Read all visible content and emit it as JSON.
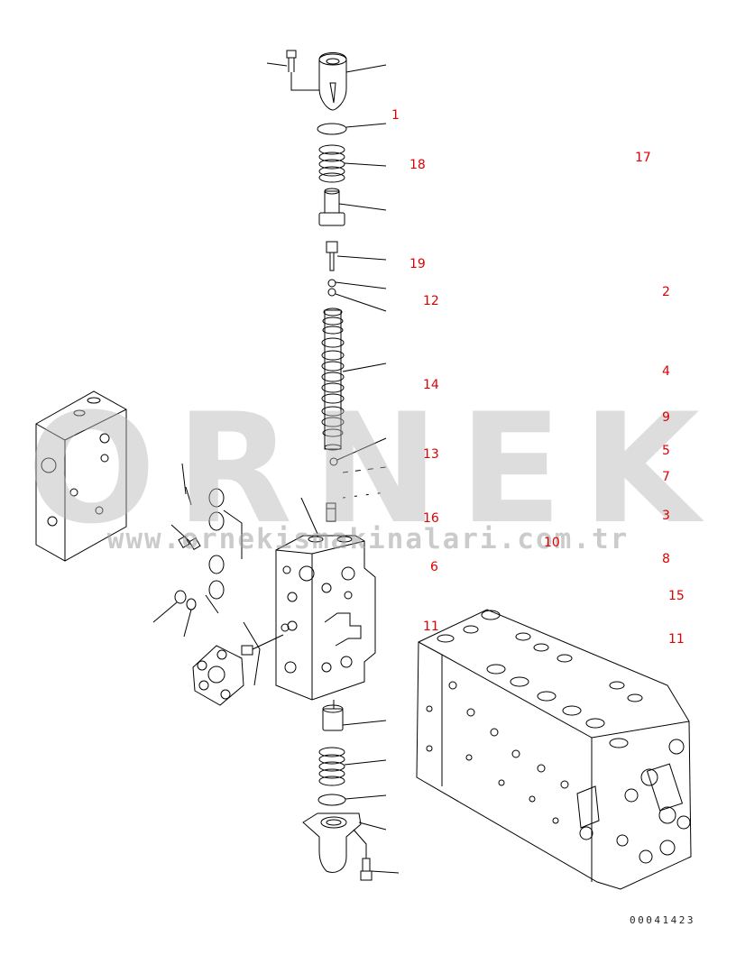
{
  "watermark": {
    "logo_text": "ORNEK",
    "url_text": "www.ornekismakinalari.com.tr"
  },
  "drawing_number": "00041423",
  "callouts": [
    {
      "id": "c1",
      "label": "1"
    },
    {
      "id": "c18",
      "label": "18"
    },
    {
      "id": "c17",
      "label": "17"
    },
    {
      "id": "c19",
      "label": "19"
    },
    {
      "id": "c12",
      "label": "12"
    },
    {
      "id": "c2",
      "label": "2"
    },
    {
      "id": "c14",
      "label": "14"
    },
    {
      "id": "c4",
      "label": "4"
    },
    {
      "id": "c9",
      "label": "9"
    },
    {
      "id": "c13",
      "label": "13"
    },
    {
      "id": "c5",
      "label": "5"
    },
    {
      "id": "c7",
      "label": "7"
    },
    {
      "id": "c16",
      "label": "16"
    },
    {
      "id": "c3",
      "label": "3"
    },
    {
      "id": "c10",
      "label": "10"
    },
    {
      "id": "c6",
      "label": "6"
    },
    {
      "id": "c8",
      "label": "8"
    },
    {
      "id": "c15",
      "label": "15"
    },
    {
      "id": "c11a",
      "label": "11"
    },
    {
      "id": "c11b",
      "label": "11"
    }
  ],
  "colors": {
    "callout": "#e00000",
    "line": "#000000",
    "watermark": "#b4b4b4"
  }
}
